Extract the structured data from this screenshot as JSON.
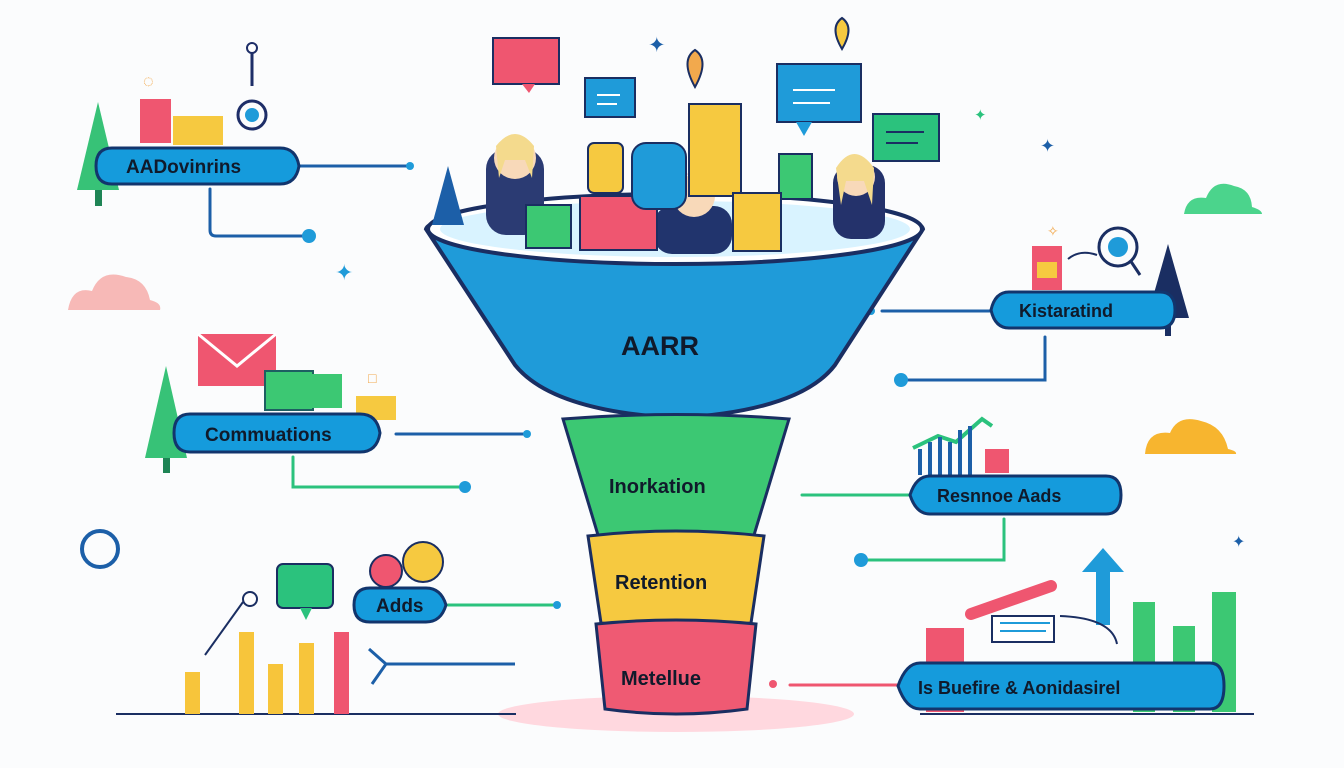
{
  "funnel": {
    "top_label": "AARR",
    "stage_2_label": "Inorkation",
    "stage_3_label": "Retention",
    "stage_4_label": "Metellue"
  },
  "side_labels": {
    "left_top": "AADovinrins",
    "left_middle": "Commuations",
    "left_bottom": "Adds",
    "right_top": "Kistaratind",
    "right_middle": "Resnnoe Aads",
    "right_bottom": "Is Buefire & Aonidasirel"
  },
  "colors": {
    "funnel_top": "#1f9bd9",
    "funnel_green": "#3cc873",
    "funnel_yellow": "#f6c940",
    "funnel_red": "#ef5a73",
    "outline_dark": "#1a2e62",
    "accent_blue": "#1678c7",
    "accent_green": "#2bc27d",
    "accent_red": "#ef5670",
    "accent_yellow": "#f7c53b",
    "accent_orange": "#f2a94d",
    "cloud_pink": "#f7b9b7",
    "cloud_green": "#4bd48c",
    "cloud_yellow": "#f7b52f"
  },
  "icons": [
    "people-group-icon",
    "chat-bubble-icon",
    "email-icon",
    "location-pin-icon",
    "sparkle-icon",
    "tree-icon",
    "cloud-icon",
    "chart-icon",
    "arrow-up-icon",
    "target-icon"
  ]
}
